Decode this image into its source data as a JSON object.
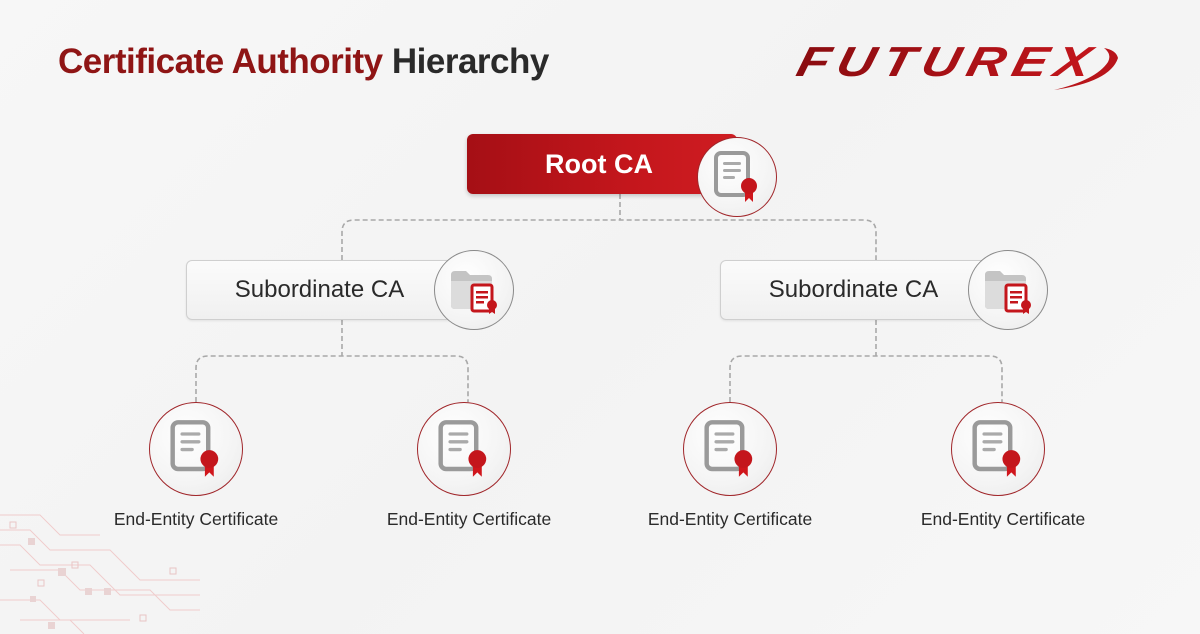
{
  "header": {
    "title_part1": "Certificate Authority",
    "title_part2": "Hierarchy",
    "logo_text": "FUTUREX"
  },
  "colors": {
    "brand_red": "#c4161c",
    "title_red": "#8f1515",
    "text_dark": "#2a2a2a",
    "connector_gray": "#a8a8a8",
    "background": "#f5f5f5"
  },
  "hierarchy": {
    "root": {
      "label": "Root CA",
      "icon": "certificate-icon"
    },
    "subordinates": [
      {
        "label": "Subordinate CA",
        "icon": "folder-certificate-icon",
        "children": [
          {
            "label": "End-Entity Certificate",
            "icon": "certificate-icon"
          },
          {
            "label": "End-Entity Certificate",
            "icon": "certificate-icon"
          }
        ]
      },
      {
        "label": "Subordinate CA",
        "icon": "folder-certificate-icon",
        "children": [
          {
            "label": "End-Entity Certificate",
            "icon": "certificate-icon"
          },
          {
            "label": "End-Entity Certificate",
            "icon": "certificate-icon"
          }
        ]
      }
    ]
  }
}
